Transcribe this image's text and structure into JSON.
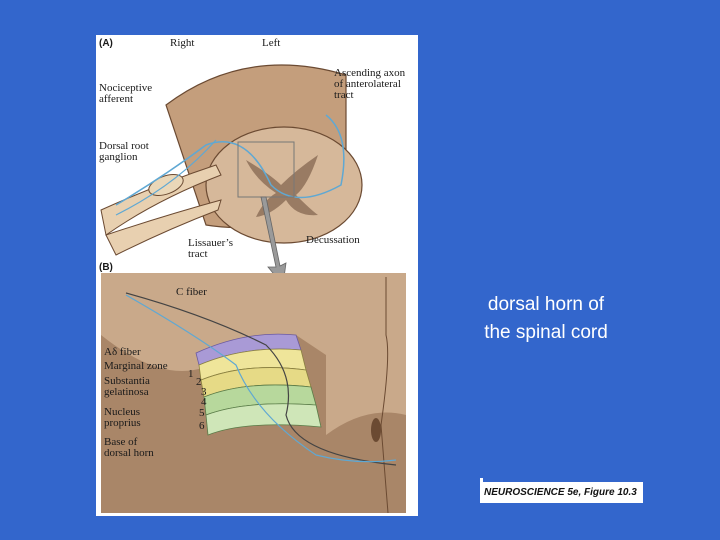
{
  "figure": {
    "panel_a": "(A)",
    "panel_b": "(B)",
    "labels": {
      "right": "Right",
      "left": "Left",
      "ascending_axon": "Ascending axon\nof anterolateral\ntract",
      "nociceptive_afferent": "Nociceptive\nafferent",
      "dorsal_root_ganglion": "Dorsal root\nganglion",
      "lissauer": "Lissauer’s\ntract",
      "decussation": "Decussation",
      "c_fiber": "C fiber",
      "a_delta": "Aδ fiber",
      "marginal_zone": "Marginal zone",
      "substantia_gelatinosa": "Substantia\ngelatinosa",
      "nucleus_proprius": "Nucleus\nproprius",
      "base_dorsal_horn": "Base of\ndorsal horn"
    },
    "laminae": [
      "1",
      "2",
      "3",
      "4",
      "5",
      "6"
    ]
  },
  "caption": "dorsal horn of\nthe spinal cord",
  "credit": "NEUROSCIENCE 5e, Figure 10.3",
  "colors": {
    "background": "#3366cc",
    "cord": "#c9a98a",
    "lamina_purple": "#a99ad6",
    "lamina_yellow": "#efe59a",
    "lamina_green": "#b7d89c",
    "fiber": "#5fa8d3"
  }
}
